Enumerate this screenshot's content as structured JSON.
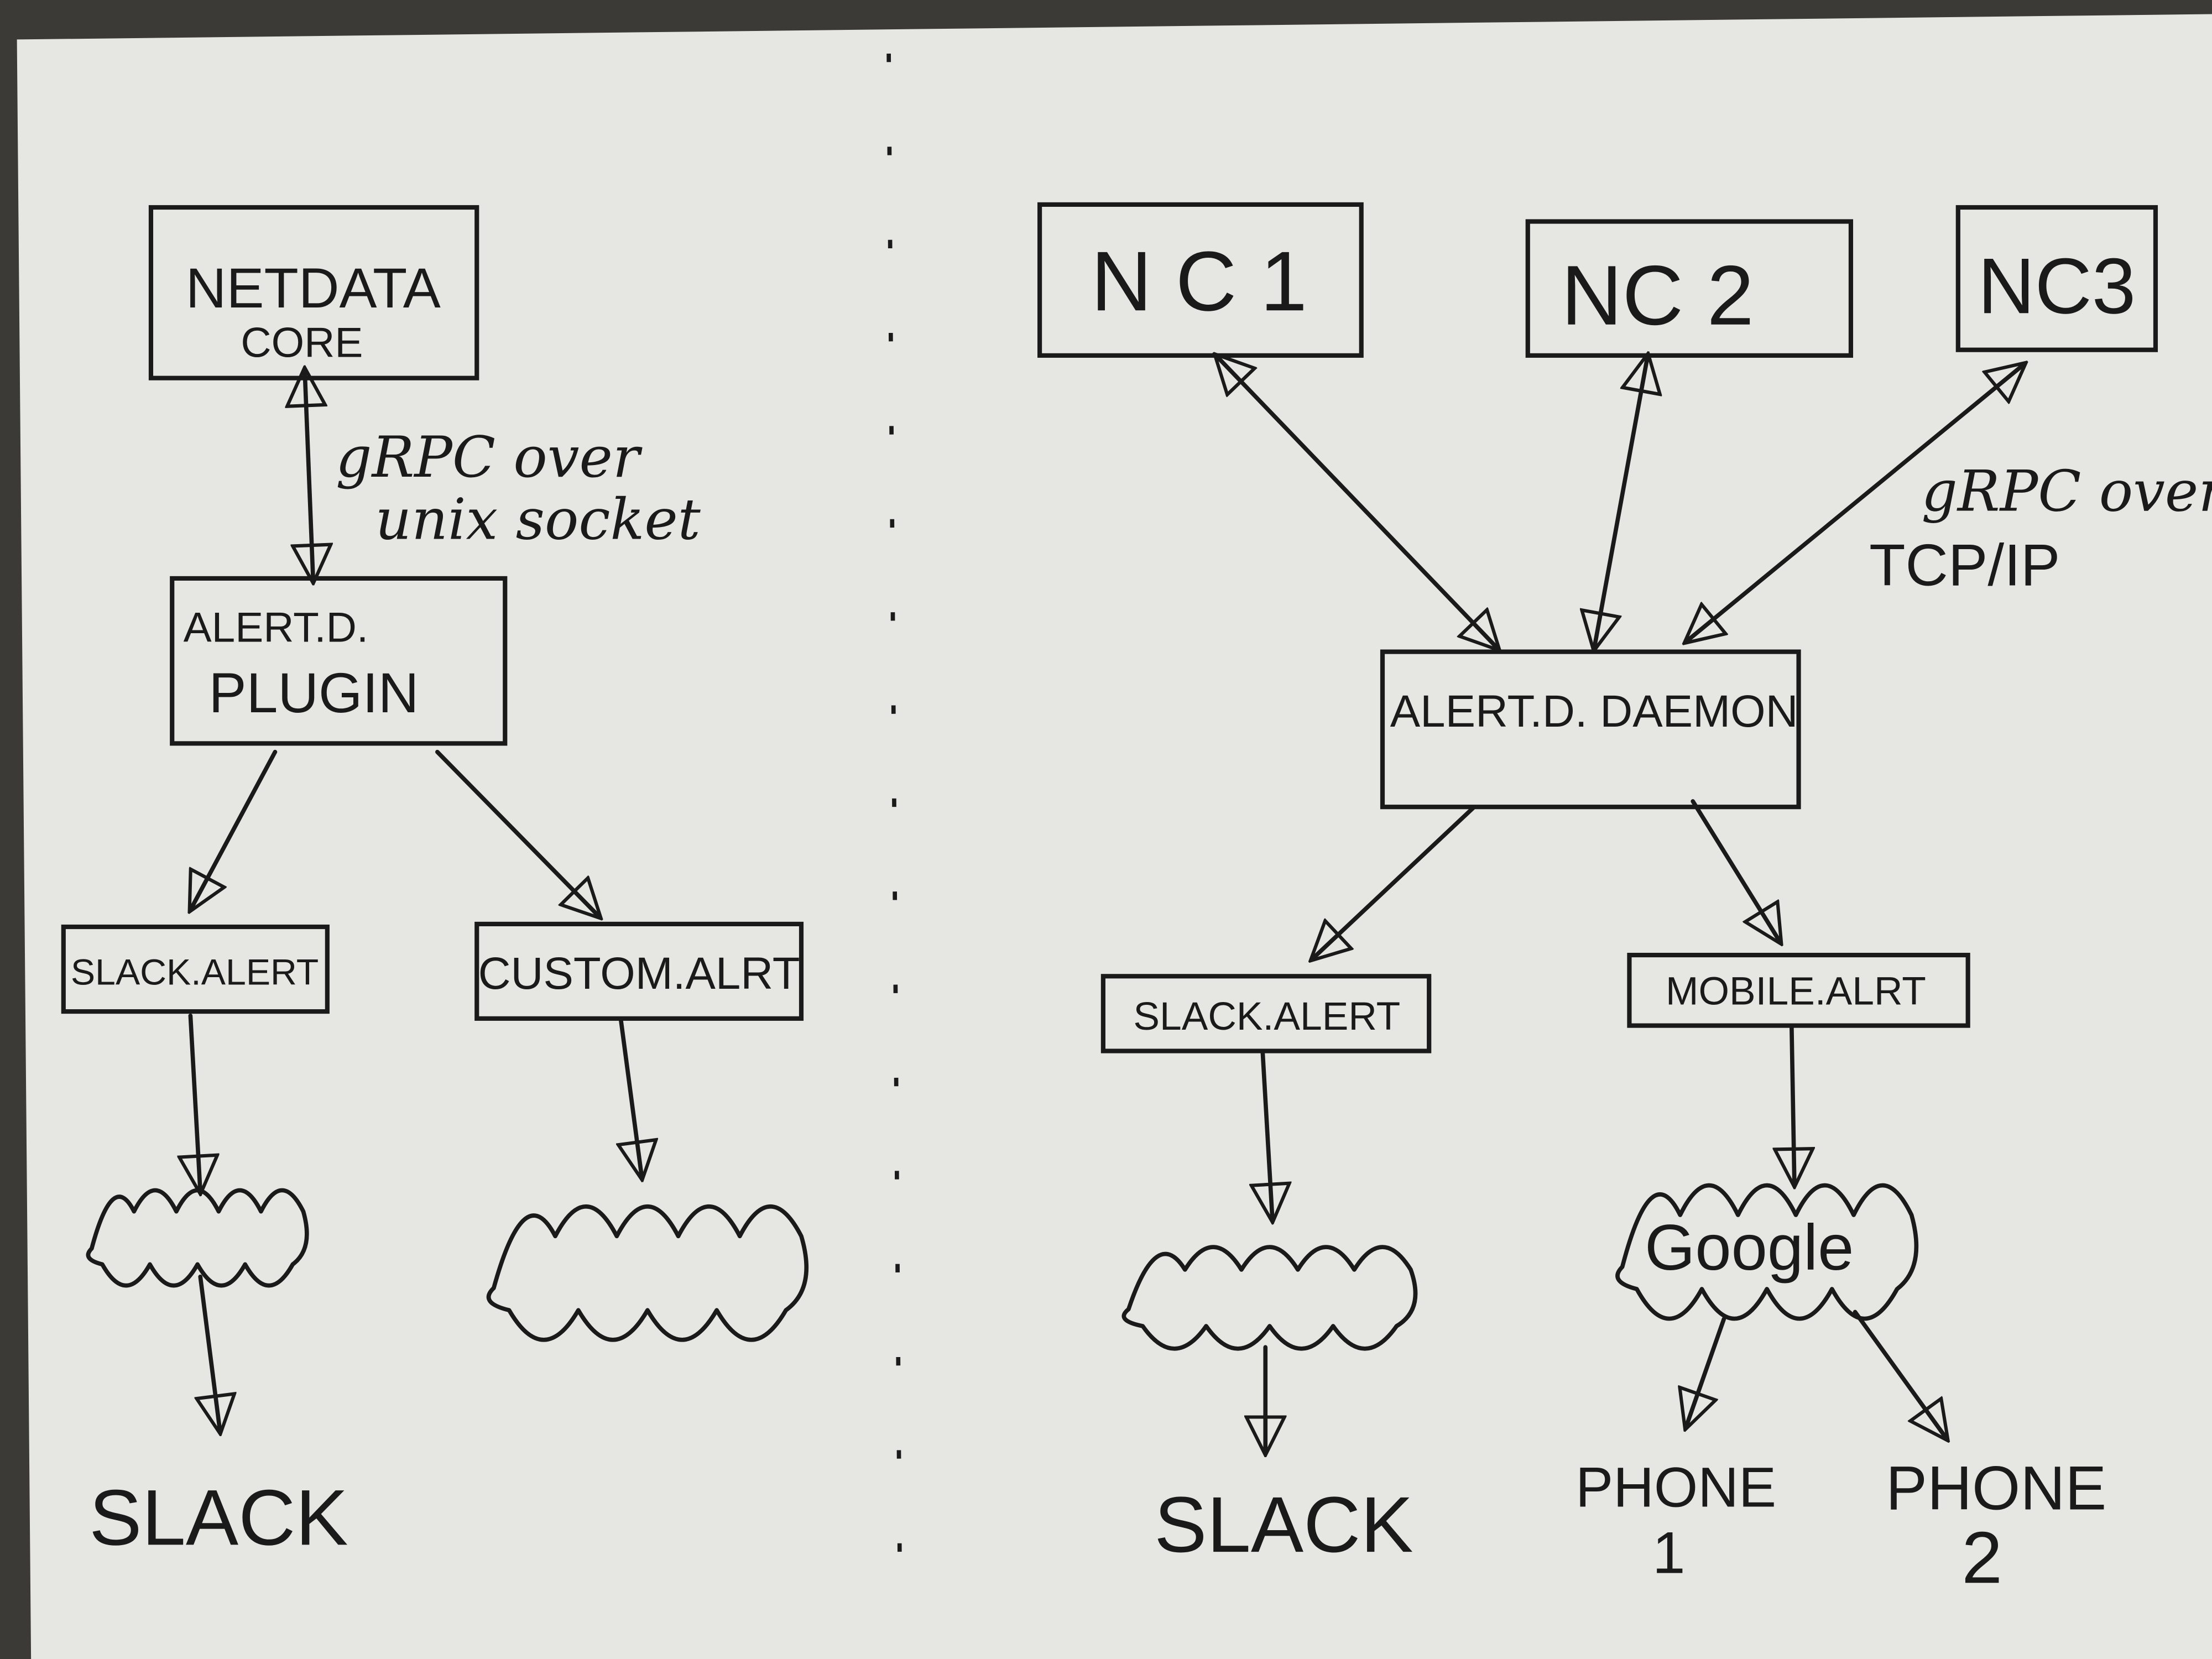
{
  "colors": {
    "paper": "#e6e7e2",
    "ink": "#1a1a1a",
    "background": "#3b3a36"
  },
  "left": {
    "core": {
      "line1": "NETDATA",
      "line2": "CORE"
    },
    "link_label": {
      "line1": "gRPC over",
      "line2": "unix socket"
    },
    "plugin": {
      "line1": "ALERT.D.",
      "line2": "PLUGIN"
    },
    "slack_alert": "SLACK.ALERT",
    "custom_alert": "CUSTOM.ALRT",
    "slack": "SLACK"
  },
  "right": {
    "nc1": "N C 1",
    "nc2": "NC 2",
    "nc3": "NC3",
    "link_label": {
      "line1": "gRPC over",
      "line2": "TCP/IP"
    },
    "daemon": "ALERT.D. DAEMON",
    "slack_alert": "SLACK.ALERT",
    "mobile_alert": "MOBILE.ALRT",
    "google": "Google",
    "slack": "SLACK",
    "phone1": {
      "line1": "PHONE",
      "line2": "1"
    },
    "phone2": {
      "line1": "PHONE",
      "line2": "2"
    }
  }
}
